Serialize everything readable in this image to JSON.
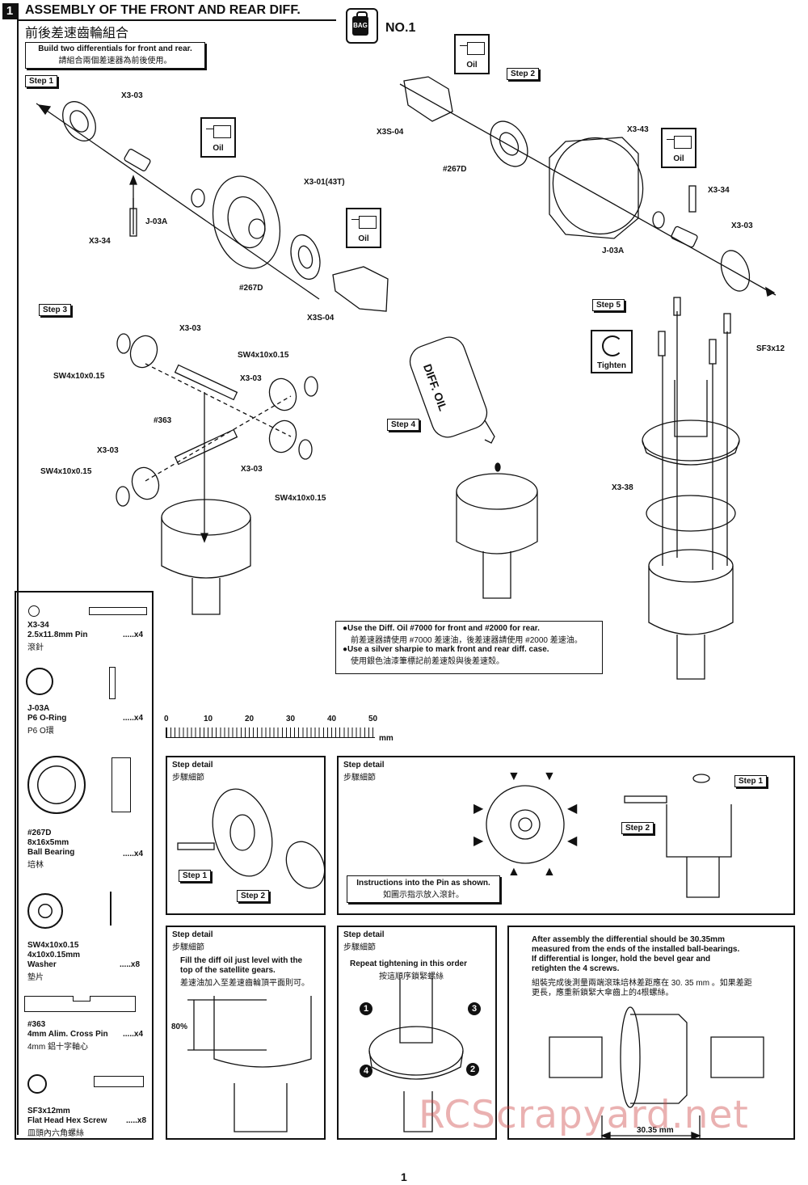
{
  "header": {
    "page_no": "1",
    "title": "ASSEMBLY OF THE FRONT AND REAR DIFF.",
    "title_zh": "前後差速齒輪組合",
    "bag_label": "BAG",
    "bag_no": "NO.1"
  },
  "intro_box": {
    "line1": "Build two differentials for front and rear.",
    "line2": "請組合兩個差速器為前後使用。"
  },
  "steps": {
    "step1": "Step 1",
    "step2": "Step 2",
    "step3": "Step 3",
    "step4": "Step 4",
    "step5": "Step 5"
  },
  "oil_label": "Oil",
  "tighten_label": "Tighten",
  "labels": {
    "s1_x303": "X3-03",
    "s1_x301": "X3-01(43T)",
    "s1_j03a": "J-03A",
    "s1_x334": "X3-34",
    "s1_267d": "#267D",
    "s1_x3s04": "X3S-04",
    "s2_x3s04": "X3S-04",
    "s2_267d": "#267D",
    "s2_x343": "X3-43",
    "s2_x334": "X3-34",
    "s2_x303": "X3-03",
    "s2_j03a": "J-03A",
    "s3_x303a": "X3-03",
    "s3_sw_a": "SW4x10x0.15",
    "s3_sw_b": "SW4x10x0.15",
    "s3_x303b": "X3-03",
    "s3_363": "#363",
    "s3_x303c": "X3-03",
    "s3_sw_c": "SW4x10x0.15",
    "s3_x303d": "X3-03",
    "s3_sw_d": "SW4x10x0.15",
    "s5_sf3": "SF3x12",
    "s5_x338": "X3-38",
    "diff_oil": "DIFF. OIL"
  },
  "notes": {
    "line1": "●Use the Diff. Oil #7000 for front and  #2000 for rear.",
    "line2": "前差速器請使用 #7000 差速油，後差速器請使用 #2000 差速油。",
    "line3": "●Use a silver sharpie to mark front  and rear diff. case.",
    "line4": "使用銀色油漆筆標記前差速殼與後差速殼。"
  },
  "ruler": {
    "ticks": [
      "0",
      "10",
      "20",
      "30",
      "40",
      "50"
    ],
    "unit": "mm"
  },
  "parts": [
    {
      "code": "X3-34",
      "name": "2.5x11.8mm Pin",
      "zh": "滾針",
      "qty": ".....x4"
    },
    {
      "code": "J-03A",
      "name": "P6 O-Ring",
      "zh": "P6 O環",
      "qty": ".....x4"
    },
    {
      "code": "#267D",
      "name": "8x16x5mm",
      "name2": "Ball Bearing",
      "zh": "培林",
      "qty": ".....x4"
    },
    {
      "code": "SW4x10x0.15",
      "name": "4x10x0.15mm",
      "name2": "Washer",
      "zh": "墊片",
      "qty": ".....x8"
    },
    {
      "code": "#363",
      "name": "4mm Alim. Cross Pin",
      "zh": "4mm 鋁十字軸心",
      "qty": ".....x4"
    },
    {
      "code": "SF3x12mm",
      "name": "Flat Head Hex Screw",
      "zh": "皿頭內六角螺絲",
      "qty": ".....x8"
    }
  ],
  "details": {
    "d1": {
      "title": "Step detail",
      "zh": "步驟細節",
      "step1": "Step 1",
      "step2": "Step 2"
    },
    "d2": {
      "title": "Step detail",
      "zh": "步驟細節",
      "instr1": "Instructions into the Pin as shown.",
      "instr2": "如圖示指示放入滾針。",
      "step1": "Step 1",
      "step2": "Step 2"
    },
    "d3": {
      "title": "Step detail",
      "zh": "步驟細節",
      "line1": "Fill the diff oil just level with the",
      "line2": "top of the satellite gears.",
      "line3": "差速油加入至差速齒輪頂平面則可。",
      "pct": "80%"
    },
    "d4": {
      "title": "Step detail",
      "zh": "步驟細節",
      "line1": "Repeat tightening in this order",
      "line2": "按這順序鎖緊螺絲",
      "n1": "1",
      "n2": "2",
      "n3": "3",
      "n4": "4"
    },
    "d5": {
      "line1": "After assembly the differential should be 30.35mm",
      "line2": "measured from the ends of the installed ball-bearings.",
      "line3": "If differential is longer, hold the bevel gear and",
      "line4": "retighten the 4 screws.",
      "line5": "組裝完成後測量兩端滾珠培林差距應在 30. 35 mm 。如果差距",
      "line6": "更長，應重新鎖緊大傘齒上的4根螺絲。",
      "dim": "30.35 mm"
    }
  },
  "watermark": "RCScrapyard.net",
  "footer_page": "1"
}
